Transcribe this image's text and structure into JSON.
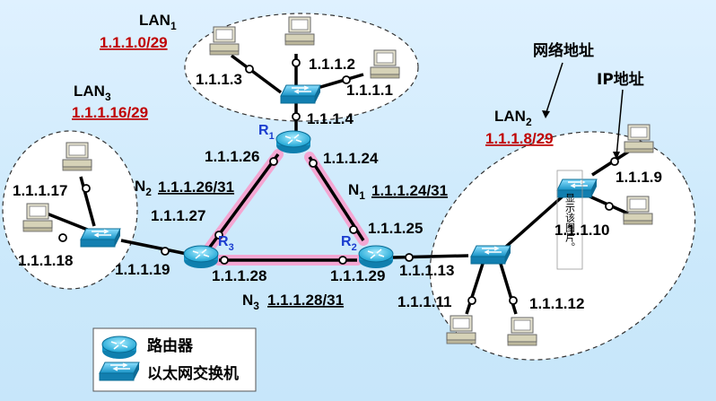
{
  "lan1": {
    "name": "LAN",
    "sub": "1",
    "net": "1.1.1.0/29",
    "hosts": [
      "1.1.1.3",
      "1.1.1.2",
      "1.1.1.1"
    ],
    "gw": "1.1.1.4"
  },
  "lan2": {
    "name": "LAN",
    "sub": "2",
    "net": "1.1.1.8/29",
    "hosts": [
      "1.1.1.9",
      "1.1.1.10",
      "1.1.1.11",
      "1.1.1.12"
    ],
    "gw": "1.1.1.13"
  },
  "lan3": {
    "name": "LAN",
    "sub": "3",
    "net": "1.1.1.16/29",
    "hosts": [
      "1.1.1.17",
      "1.1.1.18"
    ],
    "gw": "1.1.1.19"
  },
  "links": {
    "n1": {
      "name": "N",
      "sub": "1",
      "net": "1.1.1.24/31"
    },
    "n2": {
      "name": "N",
      "sub": "2",
      "net": "1.1.1.26/31"
    },
    "n3": {
      "name": "N",
      "sub": "3",
      "net": "1.1.1.28/31"
    }
  },
  "routers": {
    "r1": {
      "name": "R",
      "sub": "1",
      "ifaces": [
        "1.1.1.26",
        "1.1.1.24"
      ]
    },
    "r2": {
      "name": "R",
      "sub": "2",
      "ifaces": [
        "1.1.1.25",
        "1.1.1.29"
      ]
    },
    "r3": {
      "name": "R",
      "sub": "3",
      "ifaces": [
        "1.1.1.27",
        "1.1.1.28"
      ]
    }
  },
  "annotations": {
    "network_address": "网络地址",
    "ip_address": "IP地址",
    "image_placeholder": "显示该图片。"
  },
  "legend": {
    "router": "路由器",
    "switch": "以太网交换机"
  },
  "colors": {
    "background": "#cce9fb",
    "network_text": "#c00000",
    "router_label": "#1a3ccf",
    "link_highlight": "#f4a6d2"
  }
}
